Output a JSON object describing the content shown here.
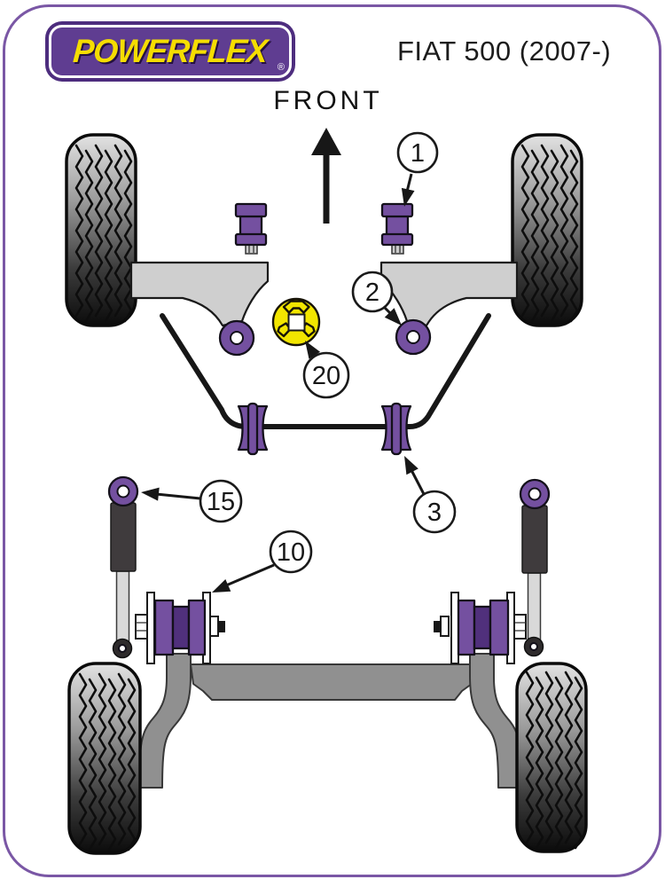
{
  "header": {
    "brand": "POWERFLEX",
    "registered_mark": "®",
    "model": "FIAT 500 (2007-)"
  },
  "diagram": {
    "front_label": "FRONT",
    "callouts": [
      {
        "label": "1",
        "target": "front-arm-front-bushing"
      },
      {
        "label": "2",
        "target": "front-arm-rear-bushing"
      },
      {
        "label": "3",
        "target": "anti-roll-bar-bushing"
      },
      {
        "label": "10",
        "target": "rear-beam-mount-bushing"
      },
      {
        "label": "15",
        "target": "rear-shock-top-bushing"
      },
      {
        "label": "20",
        "target": "gear-linkage-bushing"
      }
    ],
    "colors": {
      "bushing_purple": "#7450A0",
      "bushing_dark_purple": "#50307C",
      "highlight_yellow": "#F2E500",
      "page_border_purple": "#7A57A5",
      "logo_purple": "#5F3D91",
      "logo_yellow": "#F5DD00"
    }
  }
}
